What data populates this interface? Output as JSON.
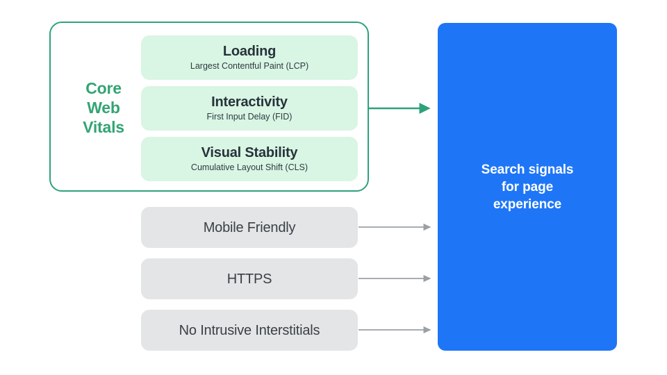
{
  "diagram": {
    "title": "Search signals for page experience",
    "colors": {
      "accent_green": "#33A474",
      "green_border": "#2EA27A",
      "mint_card": "#D9F5E4",
      "gray_card": "#E4E5E7",
      "blue_panel": "#1E76F7",
      "arrow_gray": "#9AA0A6",
      "text_dark": "#27333A",
      "text_white": "#FFFFFF"
    }
  },
  "core_web_vitals": {
    "label": "Core Web Vitals",
    "label_lines": [
      "Core",
      "Web",
      "Vitals"
    ],
    "metrics": [
      {
        "title": "Loading",
        "subtitle": "Largest Contentful Paint (LCP)"
      },
      {
        "title": "Interactivity",
        "subtitle": "First Input Delay (FID)"
      },
      {
        "title": "Visual Stability",
        "subtitle": "Cumulative Layout Shift (CLS)"
      }
    ]
  },
  "other_signals": [
    {
      "label": "Mobile Friendly"
    },
    {
      "label": "HTTPS"
    },
    {
      "label": "No Intrusive Interstitials"
    }
  ],
  "destination": {
    "text": "Search signals\nfor page\nexperience",
    "line1": "Search signals",
    "line2": "for page",
    "line3": "experience"
  },
  "connectors": [
    {
      "name": "core-web-vitals-arrow",
      "color": "#2EA27A"
    },
    {
      "name": "mobile-friendly-arrow",
      "color": "#9AA0A6"
    },
    {
      "name": "https-arrow",
      "color": "#9AA0A6"
    },
    {
      "name": "no-intrusive-interstitials-arrow",
      "color": "#9AA0A6"
    }
  ]
}
